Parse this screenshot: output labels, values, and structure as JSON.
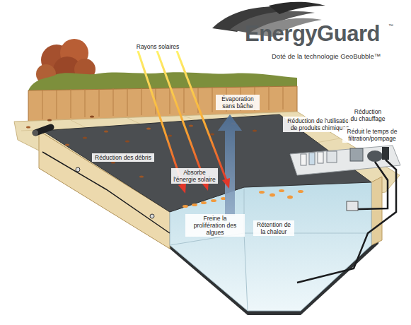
{
  "diagram": {
    "title": "EnergyGuard",
    "labels": [
      "™",
      "Doté de la technologie GeoBubble™",
      "Rayons solaires",
      "Évaporation sans bâche",
      "Réduction de l'utilisation de produits chimiques",
      "Réduction du chauffage",
      "Réduit le temps de filtration/pompage",
      "Réduction des débris",
      "Absorbe l'énergie solaire",
      "Freine la prolifération des algues",
      "Rétention de la chaleur"
    ]
  }
}
